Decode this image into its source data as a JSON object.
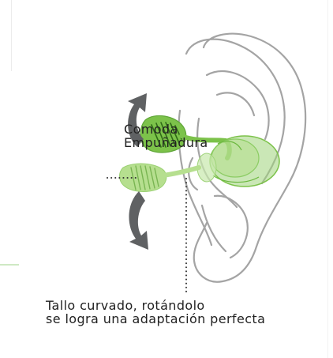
{
  "labels": {
    "grip": {
      "line1": "Comoda",
      "line2": "Empuñadura"
    },
    "stem": {
      "line1": "Tallo curvado, rotándolo",
      "line2": "se logra una adaptación perfecta"
    }
  },
  "colors": {
    "ear_outline": "#a4a4a4",
    "grip_dark_green": "#7cc24a",
    "grip_light_green": "#b6df8f",
    "tip_green": "#9fd37a",
    "arrow_grey": "#5f6163",
    "text": "#222222"
  },
  "icons": {
    "rotate_up": "curved-arrow-up-icon",
    "rotate_down": "curved-arrow-down-icon"
  }
}
